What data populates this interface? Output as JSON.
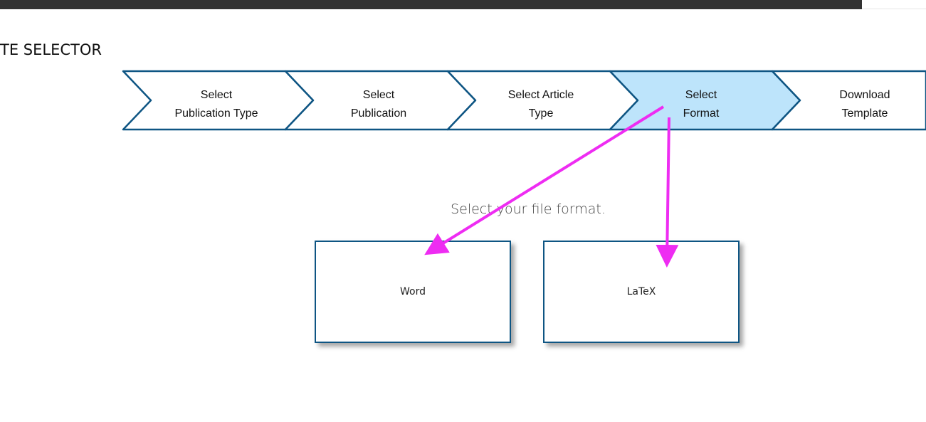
{
  "header": {
    "page_title": "TE SELECTOR"
  },
  "steps": [
    {
      "line1": "Select",
      "line2": "Publication Type",
      "active": false
    },
    {
      "line1": "Select",
      "line2": "Publication",
      "active": false
    },
    {
      "line1": "Select Article",
      "line2": "Type",
      "active": false
    },
    {
      "line1": "Select",
      "line2": "Format",
      "active": true
    },
    {
      "line1": "Download",
      "line2": "Template",
      "active": false
    }
  ],
  "main": {
    "prompt": "Select your file format.",
    "formats": [
      {
        "label": "Word"
      },
      {
        "label": "LaTeX"
      }
    ]
  },
  "colors": {
    "border": "#0e5583",
    "active_fill": "#bde4fb",
    "annotation_arrow": "#ee2cf2",
    "topbar": "#323232"
  }
}
